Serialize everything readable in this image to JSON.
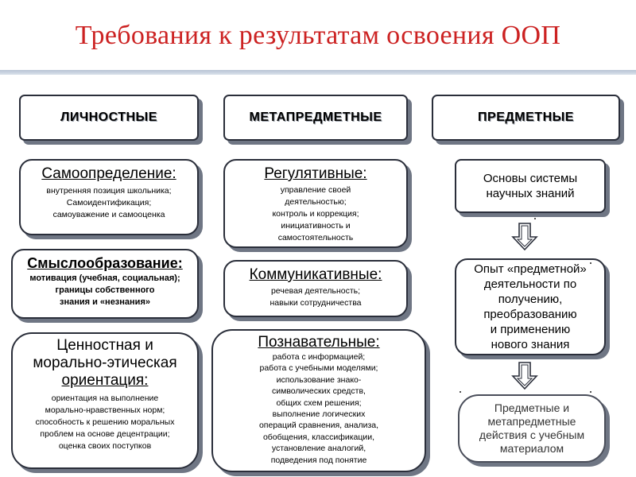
{
  "title": "Требования к результатам освоения ООП",
  "headers": {
    "personal": "ЛИЧНОСТНЫЕ",
    "meta": "МЕТАПРЕДМЕТНЫЕ",
    "subject": "ПРЕДМЕТНЫЕ"
  },
  "personal": [
    {
      "title": "Самоопределение:",
      "lines": [
        "внутренняя позиция школьника;",
        "Самоидентификация;",
        "самоуважение и самооценка"
      ]
    },
    {
      "title": "Смыслообразование:",
      "lines": [
        "мотивация (учебная, социальная);",
        "границы собственного",
        "знания и «незнания»"
      ]
    },
    {
      "title_lines": [
        "Ценностная и",
        "морально-этическая"
      ],
      "title_last": "ориентация:",
      "lines": [
        "ориентация на выполнение",
        "морально-нравственных норм;",
        "способность к решению моральных",
        "проблем на основе децентрации;",
        "оценка своих поступков"
      ]
    }
  ],
  "meta": [
    {
      "title": "Регулятивные:",
      "lines": [
        "управление своей",
        "деятельностью;",
        "контроль и коррекция;",
        "инициативность и",
        "самостоятельность"
      ]
    },
    {
      "title": "Коммуникативные:",
      "lines": [
        "речевая деятельность;",
        "навыки сотрудничества"
      ]
    },
    {
      "title": "Познавательные:",
      "lines": [
        "работа с информацией;",
        "работа с учебными моделями;",
        "использование знако-",
        "символических средств,",
        "общих схем решения;",
        "выполнение логических",
        "операций сравнения,  анализа,",
        "обобщения, классификации,",
        "установление аналогий,",
        "подведения под понятие"
      ]
    }
  ],
  "subject": [
    {
      "lines": [
        "Основы системы",
        "научных знаний"
      ]
    },
    {
      "lines": [
        "Опыт «предметной»",
        "деятельности по",
        "получению,",
        "преобразованию",
        "и применению",
        "нового знания"
      ]
    },
    {
      "lines": [
        "Предметные и",
        "метапредметные",
        "действия с учебным",
        "материалом"
      ]
    }
  ],
  "colors": {
    "title": "#cc2222",
    "border": "#2a2e3a",
    "shadow": "#6f7684"
  },
  "icons": [
    "down-arrow-icon",
    "down-arrow-icon"
  ]
}
